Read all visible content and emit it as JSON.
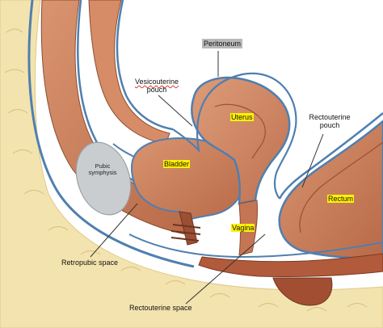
{
  "labels": {
    "peritoneum": "Peritoneum",
    "vesicouterine_1": "Vesicouterine",
    "vesicouterine_2": "pouch",
    "uterus": "Uterus",
    "rectouterine_pouch_1": "Rectouterine",
    "rectouterine_pouch_2": "pouch",
    "pubic_1": "Pubic",
    "pubic_2": "symphysis",
    "bladder": "Bladder",
    "rectum": "Rectum",
    "vagina": "Vagina",
    "retropubic_space": "Retropubic space",
    "rectouterine_space": "Rectouterine space"
  },
  "colors": {
    "flesh": "#c9805c",
    "flesh_dark": "#a9603f",
    "fat": "#f3e3ae",
    "bone": "#c9cdd0",
    "peritoneum_line": "#4f7fb0",
    "highlight": "#fff200",
    "callout_grey": "#b9b9b9"
  }
}
